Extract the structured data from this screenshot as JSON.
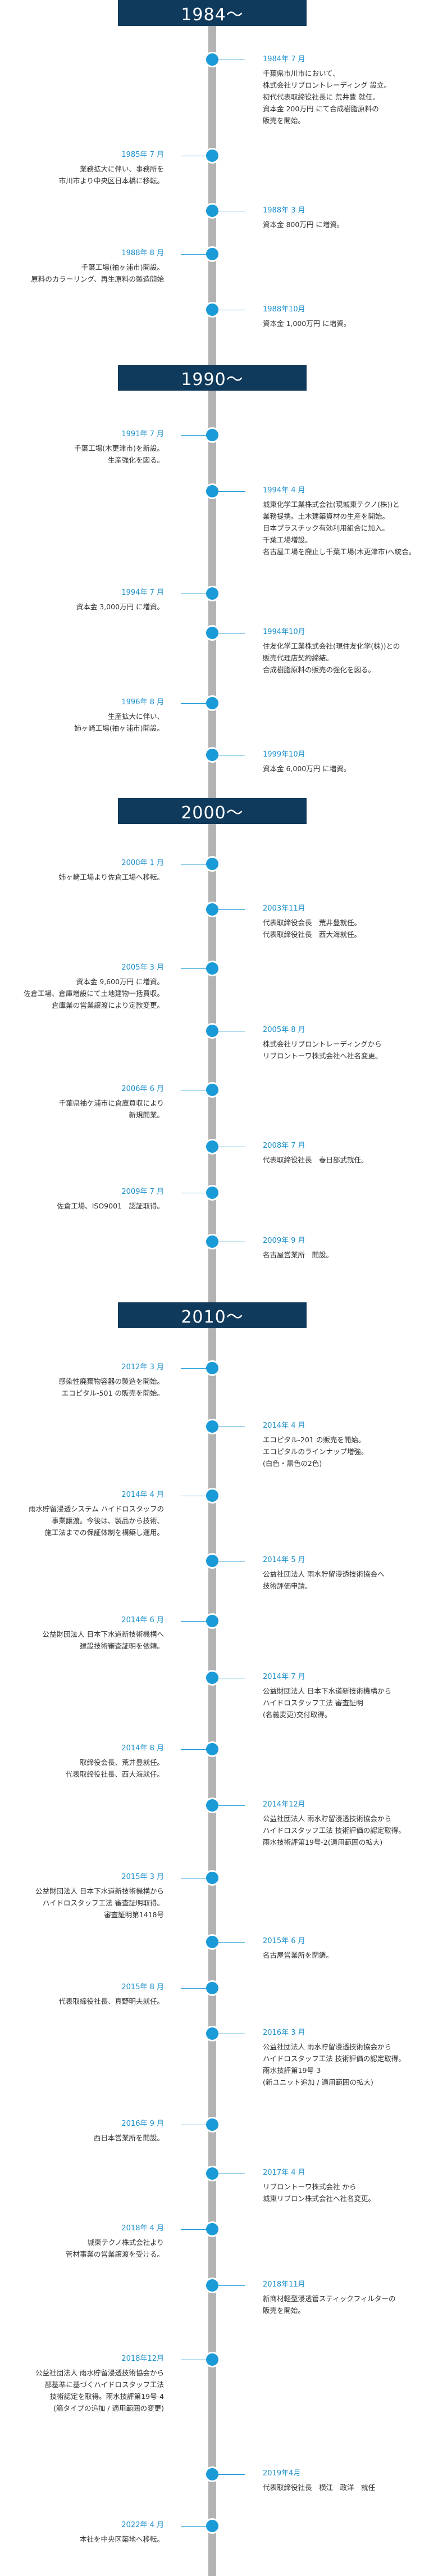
{
  "colors": {
    "navy": "#103a5c",
    "accent": "#1a9ad6",
    "spine": "#b3b3b3"
  },
  "eras": [
    {
      "label": "1984〜"
    },
    {
      "label": "1990〜"
    },
    {
      "label": "2000〜"
    },
    {
      "label": "2010〜"
    }
  ],
  "events": [
    {
      "date": "1984年 7 月",
      "text": "千葉県市川市において、\n株式会社リブロントレーディング 設立。\n初代代表取締役社長に 荒井豊 就任。\n資本金 200万円 にて合成樹脂原料の\n販売を開始。"
    },
    {
      "date": "1985年 7 月",
      "text": "業務拡大に伴い、事務所を\n市川市より中央区日本橋に移転。"
    },
    {
      "date": "1988年 3 月",
      "text": "資本金 800万円 に増資。"
    },
    {
      "date": "1988年 8 月",
      "text": "千葉工場(袖ヶ浦市)開設。\n原料のカラーリング、再生原料の製造開始"
    },
    {
      "date": "1988年10月",
      "text": "資本金 1,000万円 に増資。"
    },
    {
      "date": "1991年 7 月",
      "text": "千葉工場(木更津市)を新設。\n生産強化を図る。"
    },
    {
      "date": "1994年 4 月",
      "text": "城東化学工業株式会社(現城東テクノ(株))と\n業務提携。土木建築資材の生産を開始。\n日本プラスチック有効利用組合に加入。\n千葉工場増設。\n名古屋工場を廃止し千葉工場(木更津市)へ統合。"
    },
    {
      "date": "1994年 7 月",
      "text": "資本金 3,000万円 に増資。"
    },
    {
      "date": "1994年10月",
      "text": "住友化学工業株式会社(現住友化学(株))との\n販売代理店契約締結。\n合成樹脂原料の販売の強化を図る。"
    },
    {
      "date": "1996年 8 月",
      "text": "生産拡大に伴い、\n姉ヶ崎工場(袖ヶ浦市)開設。"
    },
    {
      "date": "1999年10月",
      "text": "資本金 6,000万円 に増資。"
    },
    {
      "date": "2000年 1 月",
      "text": "姉ヶ崎工場より佐倉工場へ移転。"
    },
    {
      "date": "2003年11月",
      "text": "代表取締役会長　荒井豊就任。\n代表取締役社長　西大海就任。"
    },
    {
      "date": "2005年 3 月",
      "text": "資本金 9,600万円 に増資。\n佐倉工場、倉庫増設にて土地建物一括買収。\n倉庫業の営業譲渡により定款変更。"
    },
    {
      "date": "2005年 8 月",
      "text": "株式会社リブロントレーディングから\nリブロントーワ株式会社へ社名変更。"
    },
    {
      "date": "2006年 6 月",
      "text": "千葉県袖ケ浦市に倉庫買収により\n新規開業。"
    },
    {
      "date": "2008年 7 月",
      "text": "代表取締役社長　春日部武就任。"
    },
    {
      "date": "2009年 7 月",
      "text": "佐倉工場、ISO9001　認証取得。"
    },
    {
      "date": "2009年 9 月",
      "text": "名古屋営業所　開設。"
    },
    {
      "date": "2012年 3 月",
      "text": "感染性廃棄物容器の製造を開始。\nエコピタル-501 の販売を開始。"
    },
    {
      "date": "2014年 4 月",
      "text": "エコピタル-201 の販売を開始。\nエコピタルのラインナップ増強。\n(白色・黒色の2色)"
    },
    {
      "date": "2014年 4 月",
      "text": "雨水貯留浸透システム ハイドロスタッフの\n事業譲渡。今後は、製品から技術、\n施工法までの保証体制を構築し運用。"
    },
    {
      "date": "2014年 5 月",
      "text": "公益社団法人 雨水貯留浸透技術協会へ\n技術評価申請。"
    },
    {
      "date": "2014年 6 月",
      "text": "公益財団法人 日本下水道新技術機構へ\n建設技術審査証明を依頼。"
    },
    {
      "date": "2014年 7 月",
      "text": "公益財団法人 日本下水道新技術機構から\nハイドロスタッフ工法 審査証明\n(名義変更)交付取得。"
    },
    {
      "date": "2014年 8 月",
      "text": "取締役会長、荒井豊就任。\n代表取締役社長、西大海就任。"
    },
    {
      "date": "2014年12月",
      "text": "公益社団法人 雨水貯留浸透技術協会から\nハイドロスタッフ工法 技術評価の認定取得。\n雨水技術評第19号-2(適用範囲の拡大)"
    },
    {
      "date": "2015年 3 月",
      "text": "公益財団法人 日本下水道新技術機構から\nハイドロスタッフ工法 審査証明取得。\n審査証明第1418号"
    },
    {
      "date": "2015年 6 月",
      "text": "名古屋営業所を閉鎖。"
    },
    {
      "date": "2015年 8 月",
      "text": "代表取締役社長、真野明夫就任。"
    },
    {
      "date": "2016年 3 月",
      "text": "公益社団法人 雨水貯留浸透技術協会から\nハイドロスタッフ工法 技術評価の認定取得。\n雨水技評第19号-3\n(新ユニット追加 / 適用範囲の拡大)"
    },
    {
      "date": "2016年 9 月",
      "text": "西日本営業所を開設。"
    },
    {
      "date": "2017年 4 月",
      "text": "リブロントーワ株式会社 から\n城東リブロン株式会社へ社名変更。"
    },
    {
      "date": "2018年 4 月",
      "text": "城東テクノ株式会社より\n管材事業の営業譲渡を受ける。"
    },
    {
      "date": "2018年11月",
      "text": "新商材軽型浸透管スティックフィルターの\n販売を開始。"
    },
    {
      "date": "2018年12月",
      "text": "公益社団法人 雨水貯留浸透技術協会から\n部基準に基づくハイドロスタッフ工法\n技術認定を取得。雨水技評第19号-4\n(箱タイプの追加 / 適用範囲の変更)"
    },
    {
      "date": "2019年4月",
      "text": "代表取締役社長　横江　政洋　就任"
    },
    {
      "date": "2022年 4 月",
      "text": "本社を中央区築地へ移転。"
    }
  ]
}
